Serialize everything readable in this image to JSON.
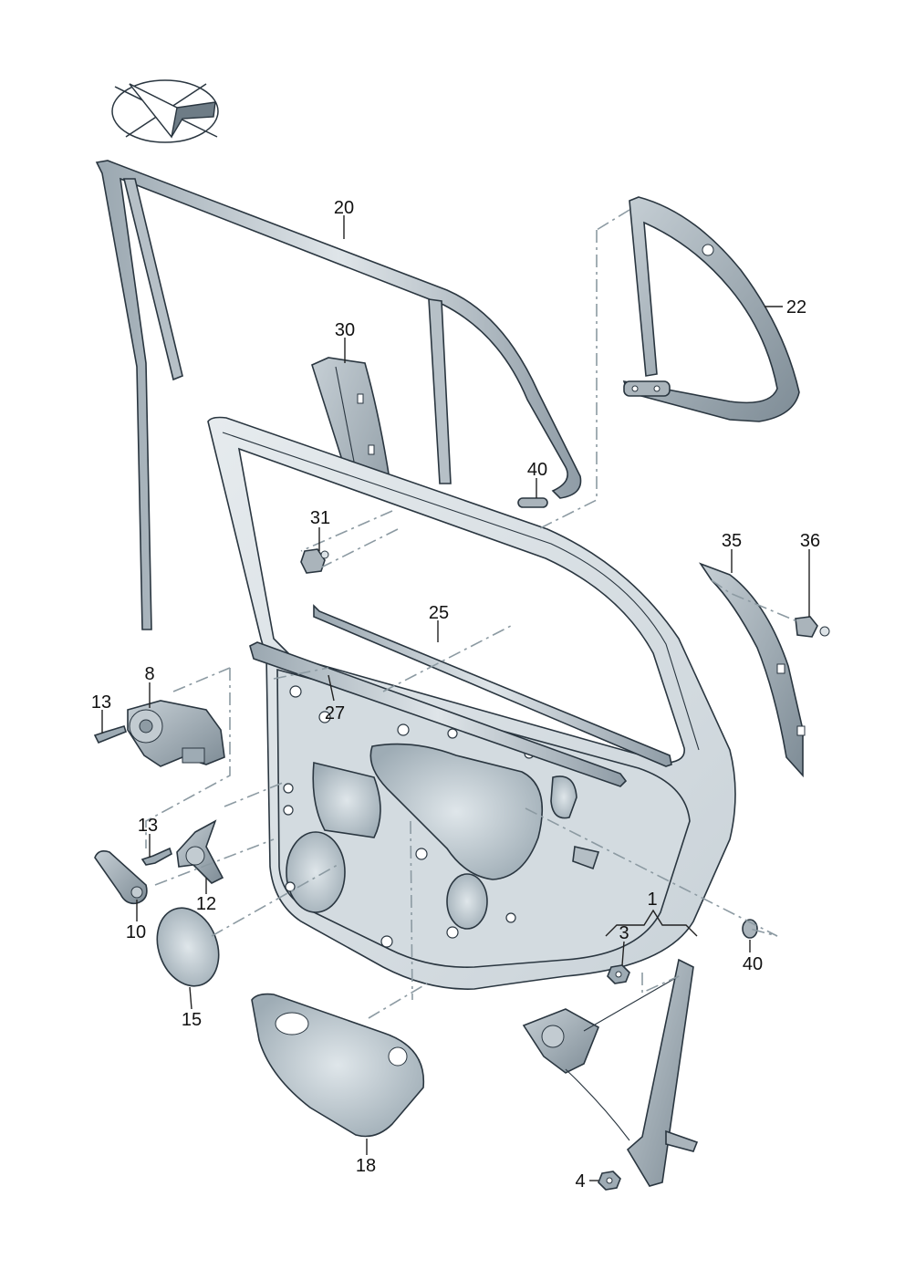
{
  "labels": {
    "p1": "1",
    "p3": "3",
    "p4": "4",
    "p8": "8",
    "p10": "10",
    "p12": "12",
    "p13a": "13",
    "p13b": "13",
    "p15": "15",
    "p18": "18",
    "p20": "20",
    "p22": "22",
    "p25": "25",
    "p27": "27",
    "p30": "30",
    "p31": "31",
    "p35": "35",
    "p36": "36",
    "p40a": "40",
    "p40b": "40"
  },
  "icon": "orientation-arrow-icon",
  "colors": {
    "part_fill": "#c3ccd2",
    "part_light": "#dde3e7",
    "part_dark": "#8d9aa3",
    "outline": "#2a3640",
    "leader_dash": "#8c9aa2"
  }
}
